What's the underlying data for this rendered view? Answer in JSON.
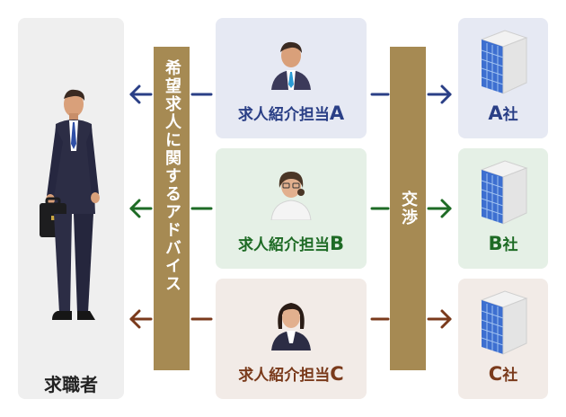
{
  "seeker": {
    "label": "求職者"
  },
  "advice_bar": {
    "label": "希望求人に関するアドバイス"
  },
  "negotiation_bar": {
    "label": "交渉"
  },
  "agents": [
    {
      "label_main": "求人紹介担当",
      "label_letter": "A"
    },
    {
      "label_main": "求人紹介担当",
      "label_letter": "B"
    },
    {
      "label_main": "求人紹介担当",
      "label_letter": "C"
    }
  ],
  "companies": [
    {
      "letter": "A",
      "suffix": "社"
    },
    {
      "letter": "B",
      "suffix": "社"
    },
    {
      "letter": "C",
      "suffix": "社"
    }
  ],
  "colors": {
    "row_a": "#2a3f86",
    "row_b": "#1e6b25",
    "row_c": "#7a3a1b",
    "bar": "#a68a53"
  }
}
